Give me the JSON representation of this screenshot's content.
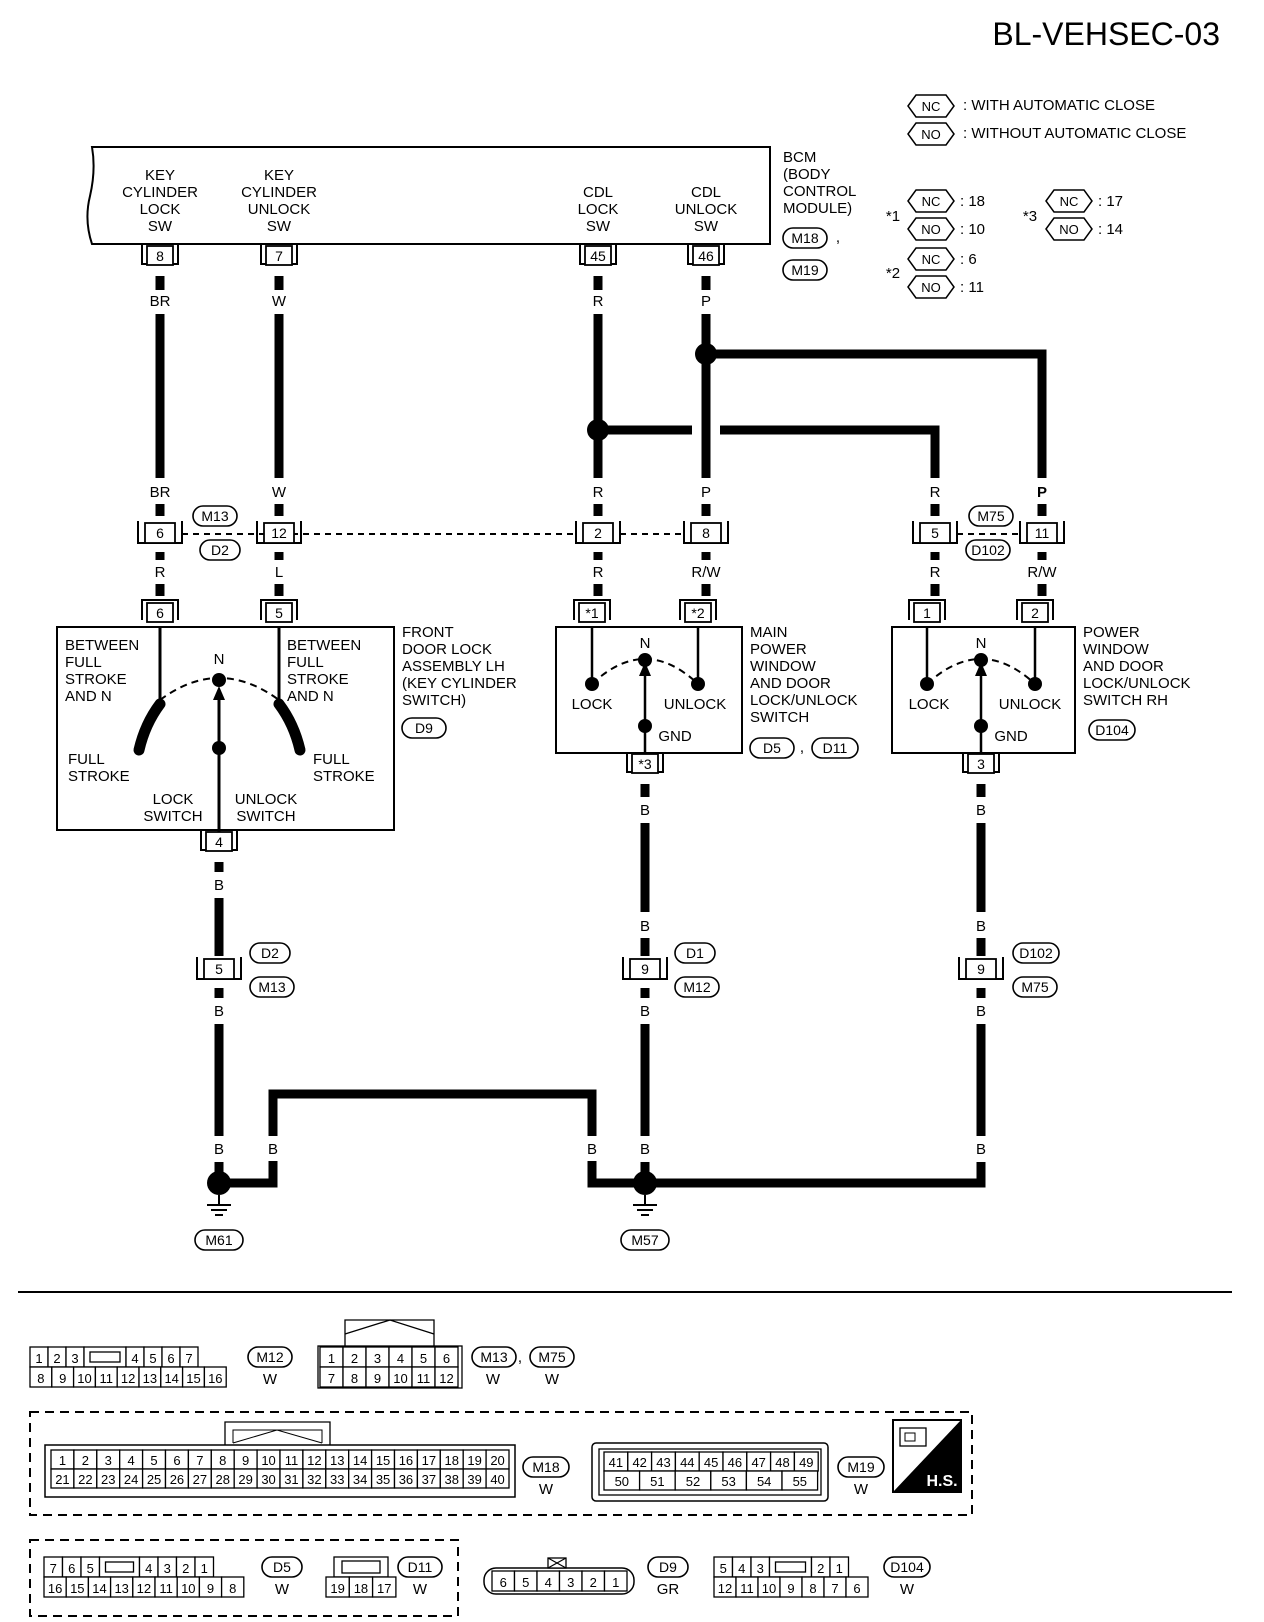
{
  "page_code": "BL-VEHSEC-03",
  "legend": {
    "nc_tag": "NC",
    "nc_text": ": WITH AUTOMATIC CLOSE",
    "no_tag": "NO",
    "no_text": ": WITHOUT AUTOMATIC CLOSE"
  },
  "notes": {
    "n1_mark": "*1",
    "n1_nc": ": 18",
    "n1_no": ": 10",
    "n2_mark": "*2",
    "n2_nc": ": 6",
    "n2_no": ": 11",
    "n3_mark": "*3",
    "n3_nc": ": 17",
    "n3_no": ": 14"
  },
  "bcm": {
    "title": [
      "BCM",
      "(BODY",
      "CONTROL",
      "MODULE)"
    ],
    "conn1": "M18",
    "comma": ",",
    "conn2": "M19",
    "term_labels": [
      [
        "KEY",
        "CYLINDER",
        "LOCK",
        "SW"
      ],
      [
        "KEY",
        "CYLINDER",
        "UNLOCK",
        "SW"
      ],
      [
        "CDL",
        "LOCK",
        "SW"
      ],
      [
        "CDL",
        "UNLOCK",
        "SW"
      ]
    ],
    "pins": [
      "8",
      "7",
      "45",
      "46"
    ]
  },
  "wire_colors": {
    "br": "BR",
    "w": "W",
    "r": "R",
    "p": "P",
    "l": "L",
    "rw": "R/W",
    "b": "B"
  },
  "joint_left": {
    "pins": [
      "6",
      "12",
      "2",
      "8"
    ],
    "conn_a": "M13",
    "conn_b": "D2"
  },
  "joint_right": {
    "pins": [
      "5",
      "11"
    ],
    "conn_a": "M75",
    "conn_b": "D102"
  },
  "front_door": {
    "title": [
      "FRONT",
      "DOOR LOCK",
      "ASSEMBLY LH",
      "(KEY CYLINDER",
      "SWITCH)"
    ],
    "conn": "D9",
    "pins": [
      "6",
      "5",
      "4"
    ],
    "between_left": [
      "BETWEEN",
      "FULL",
      "STROKE",
      "AND N"
    ],
    "between_right": [
      "BETWEEN",
      "FULL",
      "STROKE",
      "AND N"
    ],
    "n": "N",
    "full_left": [
      "FULL",
      "STROKE"
    ],
    "full_right": [
      "FULL",
      "STROKE"
    ],
    "lock_switch": [
      "LOCK",
      "SWITCH"
    ],
    "unlock_switch": [
      "UNLOCK",
      "SWITCH"
    ]
  },
  "main_pw": {
    "title": [
      "MAIN",
      "POWER",
      "WINDOW",
      "AND DOOR",
      "LOCK/UNLOCK",
      "SWITCH"
    ],
    "conn1": "D5",
    "comma": ",",
    "conn2": "D11",
    "pins": [
      "*1",
      "*2",
      "*3"
    ],
    "n": "N",
    "lock": "LOCK",
    "unlock": "UNLOCK",
    "gnd": "GND"
  },
  "rh_pw": {
    "title": [
      "POWER",
      "WINDOW",
      "AND DOOR",
      "LOCK/UNLOCK",
      "SWITCH RH"
    ],
    "conn": "D104",
    "pins": [
      "1",
      "2",
      "3"
    ],
    "n": "N",
    "lock": "LOCK",
    "unlock": "UNLOCK",
    "gnd": "GND"
  },
  "lower_joints": [
    {
      "pin": "5",
      "conn_a": "D2",
      "conn_b": "M13"
    },
    {
      "pin": "9",
      "conn_a": "D1",
      "conn_b": "M12"
    },
    {
      "pin": "9",
      "conn_a": "D102",
      "conn_b": "M75"
    }
  ],
  "grounds": [
    "M61",
    "M57"
  ],
  "connector_views": {
    "m12": {
      "name": "M12",
      "color": "W",
      "row1": [
        "1",
        "2",
        "3",
        "",
        "4",
        "5",
        "6",
        "7"
      ],
      "row2": [
        "8",
        "9",
        "10",
        "11",
        "12",
        "13",
        "14",
        "15",
        "16"
      ]
    },
    "m13": {
      "name1": "M13",
      "sep": ",",
      "name2": "M75",
      "color1": "W",
      "color2": "W",
      "row1": [
        "1",
        "2",
        "3",
        "4",
        "5",
        "6"
      ],
      "row2": [
        "7",
        "8",
        "9",
        "10",
        "11",
        "12"
      ]
    },
    "m18": {
      "name": "M18",
      "color": "W",
      "row1": [
        "1",
        "2",
        "3",
        "4",
        "5",
        "6",
        "7",
        "8",
        "9",
        "10",
        "11",
        "12",
        "13",
        "14",
        "15",
        "16",
        "17",
        "18",
        "19",
        "20"
      ],
      "row2": [
        "21",
        "22",
        "23",
        "24",
        "25",
        "26",
        "27",
        "28",
        "29",
        "30",
        "31",
        "32",
        "33",
        "34",
        "35",
        "36",
        "37",
        "38",
        "39",
        "40"
      ]
    },
    "m19": {
      "name": "M19",
      "color": "W",
      "row1": [
        "41",
        "42",
        "43",
        "44",
        "45",
        "46",
        "47",
        "48",
        "49"
      ],
      "row2": [
        "50",
        "51",
        "52",
        "53",
        "54",
        "55"
      ]
    },
    "hs": "H.S.",
    "d5": {
      "name": "D5",
      "color": "W",
      "row1": [
        "7",
        "6",
        "5",
        "",
        "4",
        "3",
        "2",
        "1"
      ],
      "row2": [
        "16",
        "15",
        "14",
        "13",
        "12",
        "11",
        "10",
        "9",
        "8"
      ]
    },
    "d11": {
      "name": "D11",
      "color": "W",
      "row2": [
        "19",
        "18",
        "17"
      ]
    },
    "d9": {
      "name": "D9",
      "color": "GR",
      "row": [
        "6",
        "5",
        "4",
        "3",
        "2",
        "1"
      ]
    },
    "d104": {
      "name": "D104",
      "color": "W",
      "row1": [
        "5",
        "4",
        "3",
        "",
        "2",
        "1"
      ],
      "row2": [
        "12",
        "11",
        "10",
        "9",
        "8",
        "7",
        "6"
      ]
    }
  }
}
